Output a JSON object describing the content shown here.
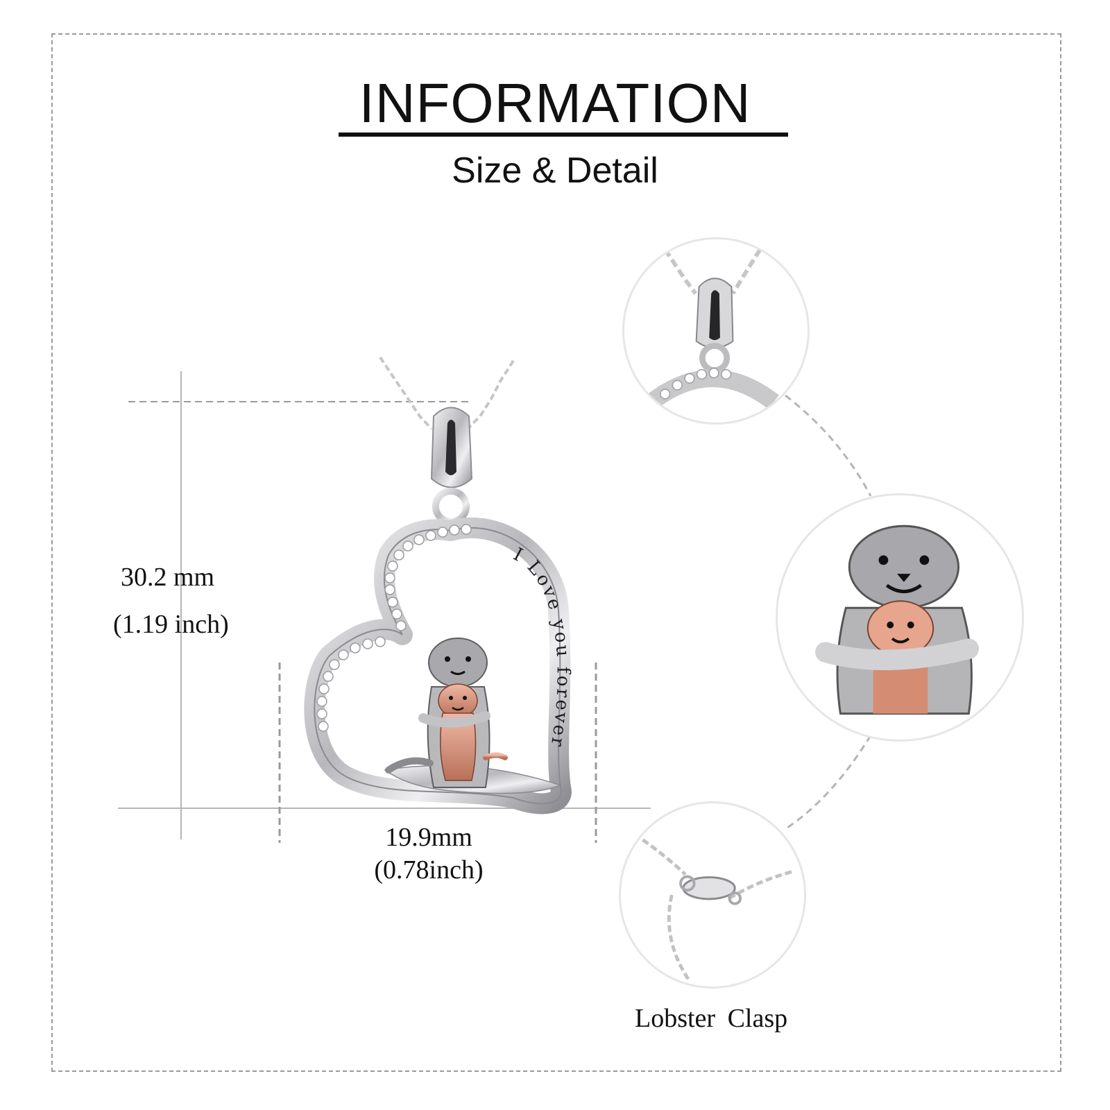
{
  "header": {
    "title": "INFORMATION",
    "subtitle": "Size & Detail"
  },
  "product": {
    "engraving": "I Love you forever",
    "metal_color": "#c9c9cc",
    "accent_color": "#d99a80"
  },
  "dimensions": {
    "height_mm": "30.2 mm",
    "height_inch": "(1.19 inch)",
    "width_mm": "19.9mm",
    "width_inch": "(0.78inch)"
  },
  "details": {
    "clasp_label": "Lobster  Clasp"
  }
}
